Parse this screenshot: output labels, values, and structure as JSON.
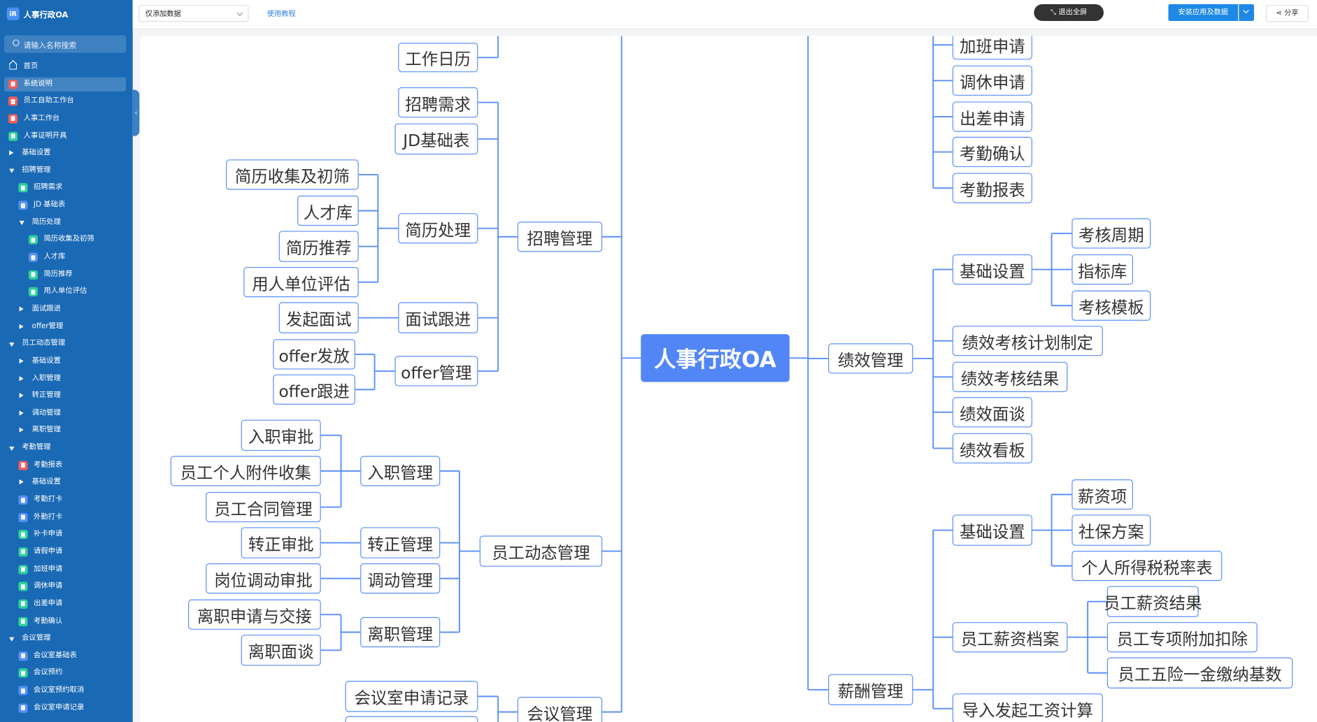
{
  "app": {
    "logo_text": "iR",
    "title": "人事行政OA"
  },
  "sidebar": {
    "search_placeholder": "请输入名称搜索",
    "collapse_icon": "‹",
    "items": [
      {
        "label": "首页",
        "icon": "home",
        "level": 0
      },
      {
        "label": "系统说明",
        "icon": "red",
        "level": 0,
        "selected": true
      },
      {
        "label": "员工自助工作台",
        "icon": "red",
        "level": 0
      },
      {
        "label": "人事工作台",
        "icon": "red",
        "level": 0
      },
      {
        "label": "人事证明开具",
        "icon": "green",
        "level": 0
      },
      {
        "label": "基础设置",
        "icon": "caret-right",
        "level": 0
      },
      {
        "label": "招聘管理",
        "icon": "caret-down",
        "level": 0
      },
      {
        "label": "招聘需求",
        "icon": "green",
        "level": 1
      },
      {
        "label": "JD 基础表",
        "icon": "blue",
        "level": 1
      },
      {
        "label": "简历处理",
        "icon": "caret-down",
        "level": 1
      },
      {
        "label": "简历收集及初筛",
        "icon": "green",
        "level": 2
      },
      {
        "label": "人才库",
        "icon": "blue",
        "level": 2
      },
      {
        "label": "简历推荐",
        "icon": "green",
        "level": 2
      },
      {
        "label": "用人单位评估",
        "icon": "green",
        "level": 2
      },
      {
        "label": "面试跟进",
        "icon": "caret-right",
        "level": 1
      },
      {
        "label": "offer管理",
        "icon": "caret-right",
        "level": 1
      },
      {
        "label": "员工动态管理",
        "icon": "caret-down",
        "level": 0
      },
      {
        "label": "基础设置",
        "icon": "caret-right",
        "level": 1
      },
      {
        "label": "入职管理",
        "icon": "caret-right",
        "level": 1
      },
      {
        "label": "转正管理",
        "icon": "caret-right",
        "level": 1
      },
      {
        "label": "调动管理",
        "icon": "caret-right",
        "level": 1
      },
      {
        "label": "离职管理",
        "icon": "caret-right",
        "level": 1
      },
      {
        "label": "考勤管理",
        "icon": "caret-down",
        "level": 0
      },
      {
        "label": "考勤报表",
        "icon": "red",
        "level": 1
      },
      {
        "label": "基础设置",
        "icon": "caret-right",
        "level": 1
      },
      {
        "label": "考勤打卡",
        "icon": "blue",
        "level": 1
      },
      {
        "label": "外勤打卡",
        "icon": "blue",
        "level": 1
      },
      {
        "label": "补卡申请",
        "icon": "green",
        "level": 1
      },
      {
        "label": "请假申请",
        "icon": "green",
        "level": 1
      },
      {
        "label": "加班申请",
        "icon": "green",
        "level": 1
      },
      {
        "label": "调休申请",
        "icon": "green",
        "level": 1
      },
      {
        "label": "出差申请",
        "icon": "green",
        "level": 1
      },
      {
        "label": "考勤确认",
        "icon": "green",
        "level": 1
      },
      {
        "label": "会议管理",
        "icon": "caret-down",
        "level": 0
      },
      {
        "label": "会议室基础表",
        "icon": "blue",
        "level": 1
      },
      {
        "label": "会议预约",
        "icon": "green",
        "level": 1
      },
      {
        "label": "会议室预约取消",
        "icon": "blue",
        "level": 1
      },
      {
        "label": "会议室申请记录",
        "icon": "blue",
        "level": 1
      }
    ]
  },
  "topbar": {
    "mode_select": "仅添加数据",
    "tutorial_link": "使用教程",
    "exit_fullscreen": "退出全屏",
    "install_button": "安装应用及数据",
    "share_button": "分享"
  },
  "colors": {
    "sidebar": "#1a69b5",
    "accent": "#5b8ff9",
    "root": "#5286f7",
    "install": "#1e88e5"
  },
  "mindmap": {
    "nodes": {
      "root": "人事行政OA",
      "work_calendar": "工作日历",
      "recruit": "招聘管理",
      "recruit_demand": "招聘需求",
      "jd_table": "JD基础表",
      "resume": "简历处理",
      "resume_collect": "简历收集及初筛",
      "talent_pool": "人才库",
      "resume_recommend": "简历推荐",
      "dept_eval": "用人单位评估",
      "interview": "面试跟进",
      "start_interview": "发起面试",
      "offer": "offer管理",
      "offer_send": "offer发放",
      "offer_follow": "offer跟进",
      "emp_dynamic": "员工动态管理",
      "onboard": "入职管理",
      "onboard_approve": "入职审批",
      "attach_collect": "员工个人附件收集",
      "contract": "员工合同管理",
      "regular": "转正管理",
      "regular_approve": "转正审批",
      "transfer": "调动管理",
      "transfer_approve": "岗位调动审批",
      "leave": "离职管理",
      "leave_handover": "离职申请与交接",
      "leave_interview": "离职面谈",
      "meeting": "会议管理",
      "meeting_record": "会议室申请记录",
      "overtime": "加班申请",
      "dayoff": "调休申请",
      "trip": "出差申请",
      "att_confirm": "考勤确认",
      "att_report": "考勤报表",
      "perf": "绩效管理",
      "perf_base": "基础设置",
      "perf_cycle": "考核周期",
      "kpi_lib": "指标库",
      "perf_template": "考核模板",
      "perf_plan": "绩效考核计划制定",
      "perf_result": "绩效考核结果",
      "perf_talk": "绩效面谈",
      "perf_board": "绩效看板",
      "salary": "薪酬管理",
      "salary_base": "基础设置",
      "salary_item": "薪资项",
      "social_plan": "社保方案",
      "tax_table": "个人所得税税率表",
      "salary_file": "员工薪资档案",
      "salary_result": "员工薪资结果",
      "special_deduct": "员工专项附加扣除",
      "insurance_base": "员工五险一金缴纳基数",
      "payroll_calc": "导入发起工资计算"
    }
  }
}
